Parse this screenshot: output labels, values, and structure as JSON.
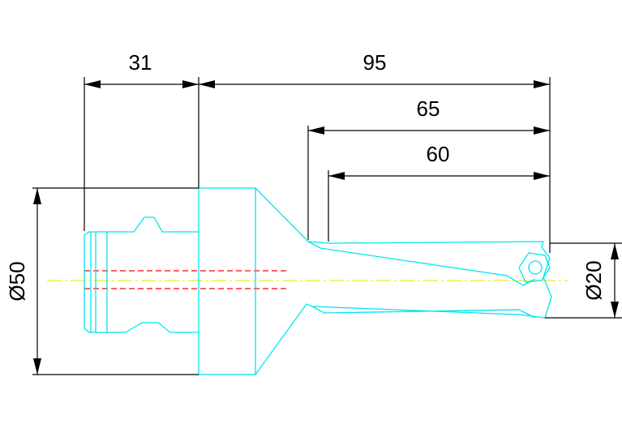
{
  "dimensions": {
    "shank_length": "31",
    "overall_length": "95",
    "flute_length_1": "65",
    "flute_length_2": "60",
    "body_diameter": "Ø50",
    "drill_diameter": "Ø20"
  },
  "colors": {
    "outline": "#00e5ee",
    "dimension": "#000000",
    "centerline": "#e6e600",
    "hidden": "#ff0000",
    "background": "#ffffff"
  }
}
